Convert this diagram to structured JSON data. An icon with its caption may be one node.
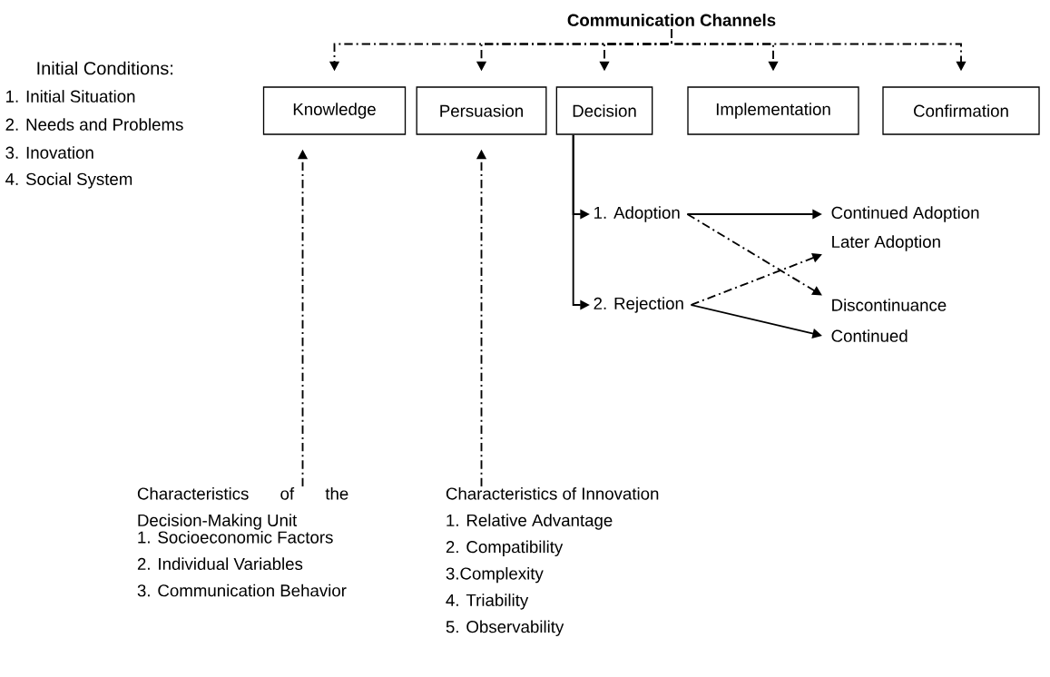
{
  "diagram": {
    "nodes": [
      {
        "text": [
          "Communication Channels"
        ]
      },
      {
        "text": [
          "Knowledge"
        ]
      },
      {
        "text": [
          "Persuasion"
        ]
      },
      {
        "text": [
          "Decision"
        ]
      },
      {
        "text": [
          "Implementation"
        ]
      },
      {
        "text": [
          "Confirmation"
        ]
      },
      {
        "text": [
          "1. Adoption"
        ]
      },
      {
        "text": [
          "2. Rejection"
        ]
      },
      {
        "text": [
          "Continued Adoption"
        ]
      },
      {
        "text": [
          "Later Adoption"
        ]
      },
      {
        "text": [
          "Discontinuance"
        ]
      },
      {
        "text": [
          "Continued"
        ]
      },
      {
        "text": [
          "Characteristics of the Decision-Making Unit",
          "1. Socioeconomic Factors",
          "2. Individual Variables",
          "3. Communication Behavior"
        ]
      },
      {
        "text": [
          "Characteristics of Innovation",
          "1. Relative Advantage",
          "2. Compatibility",
          "3.Complexity",
          "4. Triability",
          "5. Observability"
        ]
      }
    ],
    "edges": [
      {
        "from": 0,
        "to": 1,
        "arrow": "to",
        "style": "dashed"
      },
      {
        "from": 0,
        "to": 2,
        "arrow": "to",
        "style": "dashed"
      },
      {
        "from": 0,
        "to": 3,
        "arrow": "to",
        "style": "dashed"
      },
      {
        "from": 0,
        "to": 4,
        "arrow": "to",
        "style": "dashed"
      },
      {
        "from": 0,
        "to": 5,
        "arrow": "to",
        "style": "dashed"
      },
      {
        "from": 3,
        "to": 6,
        "arrow": "to"
      },
      {
        "from": 3,
        "to": 7,
        "arrow": "to"
      },
      {
        "from": 6,
        "to": 8,
        "arrow": "to"
      },
      {
        "from": 6,
        "to": 10,
        "arrow": "to",
        "style": "dashed"
      },
      {
        "from": 7,
        "to": 9,
        "arrow": "to",
        "style": "dashed"
      },
      {
        "from": 7,
        "to": 11,
        "arrow": "to"
      },
      {
        "from": 12,
        "to": 1,
        "arrow": "to",
        "style": "dashed"
      },
      {
        "from": 13,
        "to": 2,
        "arrow": "to",
        "style": "dashed"
      }
    ],
    "labels": [
      "Initial Conditions:",
      "1. Initial Situation",
      "2. Needs and Problems",
      "3. Inovation",
      "4. Social System"
    ]
  }
}
